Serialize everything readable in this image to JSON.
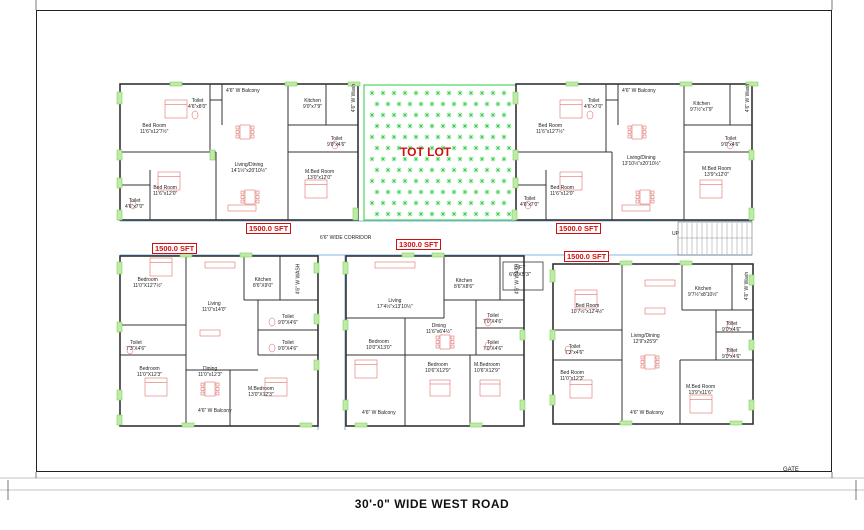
{
  "colors": {
    "wall": "#333333",
    "furniture": "#d9534f",
    "tot_lot": "#2ecc40",
    "window": "#7fd35b",
    "sft_text": "#d01010",
    "corridor": "#5b9bd5"
  },
  "tot_lot": "TOT LOT",
  "corridor": "6'6\" WIDE CORRIDOR",
  "up": "UP",
  "lift": "LIFT\n6'6\"X5'3\"",
  "gate": "GATE",
  "road": "30'-0\"  WIDE  WEST ROAD",
  "areas": {
    "top_left": "1500.0 SFT",
    "top_right": "1500.0 SFT",
    "bottom_left": "1500.0 SFT",
    "bottom_middle": "1300.0 SFT",
    "bottom_right": "1500.0 SFT"
  },
  "rooms": {
    "tl_balcony": "4'6\" W Balcony",
    "tl_toilet1": "Toilet\n4'6\"x8'0\"",
    "tl_kitchen": "Kitchen\n9'0\"x7'9\"",
    "tl_wash": "4'6\" W Wash",
    "tl_toilet2": "Toilet\n9'0\"x4'6\"",
    "tl_bed1": "Bed Room\n11'6\"x12'7½\"",
    "tl_living": "Living/Dining\n14'1½\"x20'10½\"",
    "tl_mbed": "M.Bed Room\n13'0\"x12'0\"",
    "tl_bed2": "Bed Room\n11'6\"x12'0\"",
    "tl_toilet3": "Toilet\n4'6\"x7'0\"",
    "tr_balcony": "4'6\" W Balcony",
    "tr_toilet1": "Toilet\n4'6\"x7'0\"",
    "tr_kitchen": "Kitchen\n9'7½\"x7'9\"",
    "tr_wash": "4'6\" W Wash",
    "tr_toilet2": "Toilet\n9'0\"x4'6\"",
    "tr_bed1": "Bed Room\n11'6\"x12'7½\"",
    "tr_living": "Living/Dining\n13'10½\"x20'10½\"",
    "tr_mbed": "M.Bed Room\n13'9\"x12'0\"",
    "tr_bed2": "Bed Room\n11'6\"x12'0\"",
    "tr_toilet3": "Toilet\n4'6\"x7'0\"",
    "bl_bed1": "Bedroom\n11'0\"X12'7½\"",
    "bl_kitchen": "Kitchen\n8'6\"X9'0\"",
    "bl_wash": "4'6\" W WASH",
    "bl_living": "Living\n11'0\"x14'0\"",
    "bl_toilet1": "Toilet\n9'0\"X4'6\"",
    "bl_toilet2": "Toilet\n7'3\"X4'6\"",
    "bl_toilet3": "Toilet\n9'0\"X4'6\"",
    "bl_bed2": "Bedroom\n11'0\"X12'3\"",
    "bl_dining": "Dining\n11'0\"x12'3\"",
    "bl_mbed": "M.Bedroom\n13'0\"X12'3\"",
    "bl_balcony": "4'6\" W Balcony",
    "bm_living": "Living\n17'4½\"x13'10½\"",
    "bm_kitchen": "Kitchen\n8'6\"X8'6\"",
    "bm_wash": "4'6\" W WASH",
    "bm_toilet1": "Toilet\n7'0\"X4'6\"",
    "bm_dining": "Dining\n11'6\"x6'4½\"",
    "bm_toilet2": "Toilet\n7'0\"X4'6\"",
    "bm_bed1": "Bedroom\n10'0\"X13'0\"",
    "bm_bed2": "Bedroom\n10'6\"X12'9\"",
    "bm_mbed": "M.Bedroom\n10'6\"X12'9\"",
    "bm_balcony": "4'6\" W Balcony",
    "br_bed1": "Bed Room\n10'7½\"x12'4½\"",
    "br_kitchen": "Kitchen\n9'7½\"x8'10½\"",
    "br_wash": "4'6\" W Wash",
    "br_toilet1": "Toilet\n9'0\"x4'6\"",
    "br_toilet2": "Toilet\n7'3\"x4'6\"",
    "br_toilet3": "Toilet\n9'0\"x4'6\"",
    "br_living": "Living/Dining\n12'9\"x25'9\"",
    "br_bed2": "Bed Room\n11'0\"x12'3\"",
    "br_mbed": "M.Bed Room\n13'9\"x11'6\"",
    "br_balcony": "4'6\" W Balcony"
  }
}
